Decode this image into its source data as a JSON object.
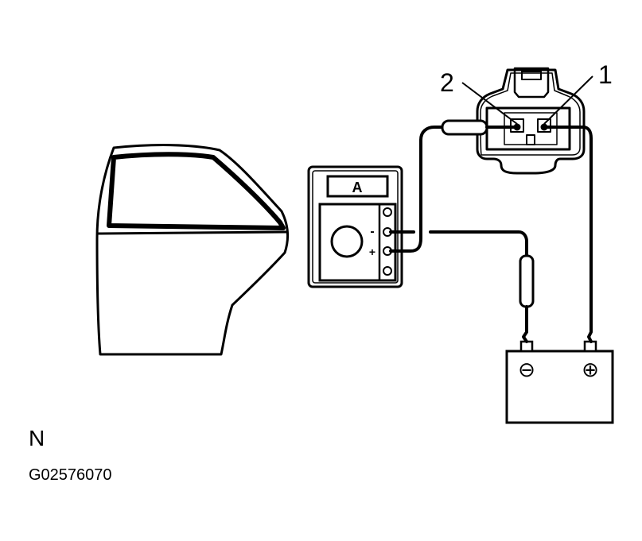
{
  "labels": {
    "connector_terminal_2": "2",
    "connector_terminal_1": "1",
    "ammeter_display": "A",
    "ammeter_minus": "-",
    "ammeter_plus": "+",
    "battery_negative": "⊖",
    "battery_positive": "⊕",
    "caption_letter": "N",
    "figure_code": "G02576070"
  },
  "colors": {
    "line": "#000000",
    "background": "#ffffff"
  }
}
